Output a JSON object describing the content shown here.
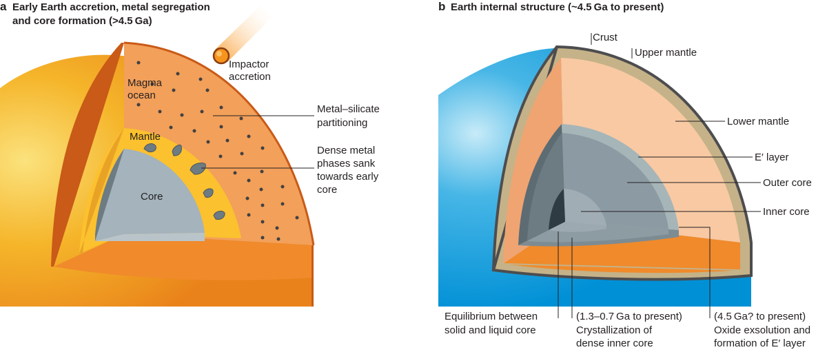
{
  "panel_a": {
    "letter": "a",
    "title_line1": "Early Earth accretion, metal segregation",
    "title_line2": "and core formation (>4.5 Ga)",
    "labels": {
      "impactor_line1": "Impactor",
      "impactor_line2": "accretion",
      "magma_line1": "Magma",
      "magma_line2": "ocean",
      "mantle": "Mantle",
      "core": "Core",
      "partition_line1": "Metal–silicate",
      "partition_line2": "partitioning",
      "dense_line1": "Dense metal",
      "dense_line2": "phases sank",
      "dense_line3": "towards early",
      "dense_line4": "core"
    }
  },
  "panel_b": {
    "letter": "b",
    "title": "Earth internal structure (~4.5 Ga to present)",
    "labels": {
      "crust": "Crust",
      "upper_mantle": "Upper mantle",
      "lower_mantle": "Lower mantle",
      "e_layer": "E′ layer",
      "outer_core": "Outer core",
      "inner_core": "Inner core",
      "eq_line1": "Equilibrium between",
      "eq_line2": "solid and liquid core",
      "cryst_line1": "(1.3–0.7 Ga to present)",
      "cryst_line2": "Crystallization of",
      "cryst_line3": "dense inner core",
      "oxide_line1": "(4.5 Ga? to present)",
      "oxide_line2": "Oxide exsolution and",
      "oxide_line3": "formation of E′ layer"
    }
  },
  "colors": {
    "ocean_blue": "#0095d9",
    "early_orange": "#f39c1f",
    "magma_orange": "#f2a05a",
    "mantle_yellow": "#fcc12e",
    "core_grey": "#a4b3bc",
    "lower_mantle_peach": "#f8c9a3",
    "upper_mantle_tan": "#c5b288",
    "outer_core_grey": "#8c9aa3",
    "e_layer_grey": "#a6b5b8"
  }
}
